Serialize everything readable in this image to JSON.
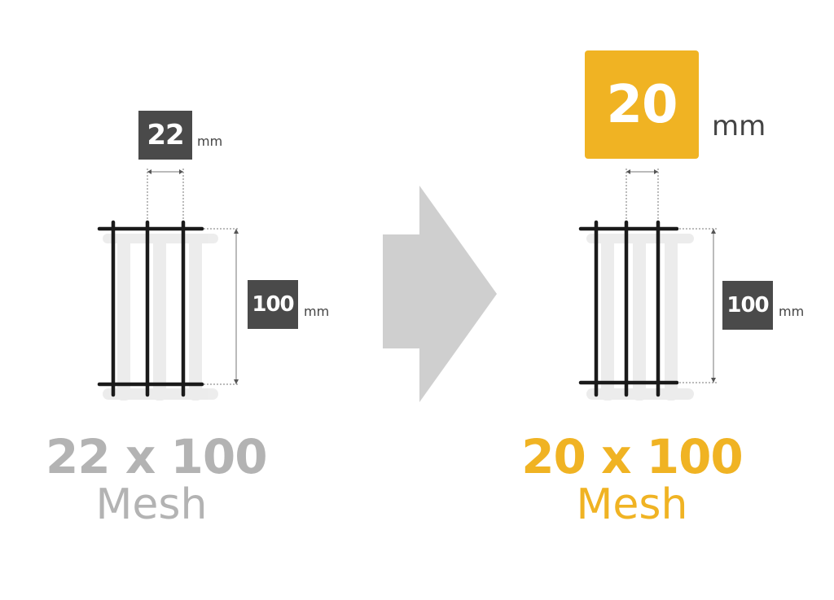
{
  "left": {
    "spacing_value": "22",
    "spacing_unit": "mm",
    "height_value": "100",
    "height_unit": "mm",
    "size_label": "22 x 100",
    "name_label": "Mesh"
  },
  "right": {
    "spacing_value": "20",
    "spacing_unit": "mm",
    "height_value": "100",
    "height_unit": "mm",
    "size_label": "20 x 100",
    "name_label": "Mesh"
  },
  "colors": {
    "old": "#b3b3b3",
    "new": "#f0b323",
    "dim_box": "#4a4a4a",
    "arrow": "#cfcfcf",
    "wire": "#1a1a1a"
  }
}
